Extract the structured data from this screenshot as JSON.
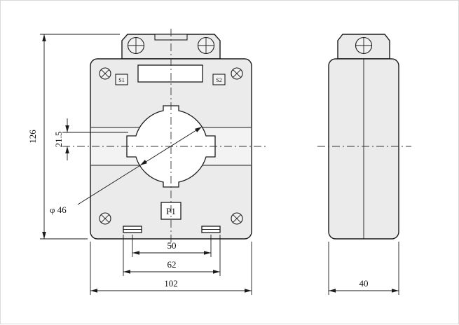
{
  "drawing": {
    "colors": {
      "background": "#ffffff",
      "line": "#1a1a1a",
      "body_fill": "#ebebeb",
      "band_fill": "#f3f3f3",
      "hole_fill": "#ffffff"
    },
    "labels": {
      "s1": "S1",
      "s2": "S2",
      "p1": "P1"
    },
    "dimensions": {
      "overall_height": "126",
      "center_to_window_top": "21.5",
      "hole_diameter": "φ 46",
      "foot_slot_spacing": "50",
      "mounting_width": "62",
      "overall_width": "102",
      "overall_depth": "40"
    }
  }
}
